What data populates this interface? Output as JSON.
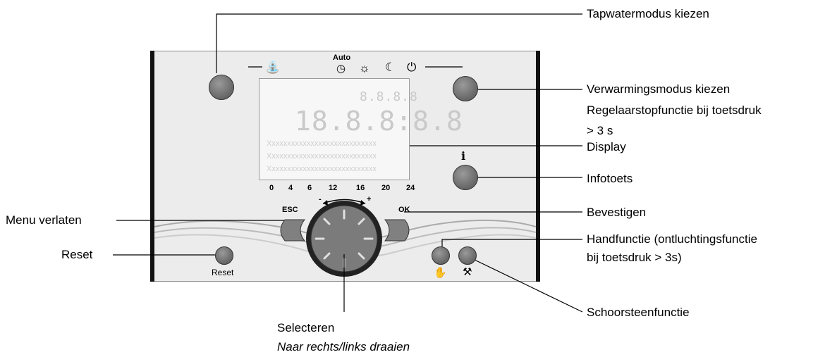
{
  "callouts": {
    "tapwater_mode": "Tapwatermodus kiezen",
    "heating_mode_line1": "Verwarmingsmodus kiezen",
    "heating_mode_line2": "Regelaarstopfunctie bij toetsdruk",
    "heating_mode_line3": "> 3 s",
    "display": "Display",
    "info_key": "Infotoets",
    "menu_exit": "Menu verlaten",
    "confirm": "Bevestigen",
    "manual_line1": "Handfunctie (ontluchtingsfunctie",
    "manual_line2": "bij toetsdruk > 3s)",
    "reset": "Reset",
    "chimney": "Schoorsteenfunctie",
    "select_line1": "Selecteren",
    "select_line2": "Naar rechts/links draaien"
  },
  "device": {
    "auto_label": "Auto",
    "esc_label": "ESC",
    "ok_label": "OK",
    "reset_label": "Reset",
    "knob_minus": "-",
    "knob_plus": "+",
    "info_symbol": "i",
    "time_ticks": [
      "0",
      "4",
      "6",
      "12",
      "16",
      "20",
      "24"
    ],
    "display_digits": "18.8.8:8.8",
    "display_small_digits": "8.8.8.8",
    "display_text_lines": [
      "Xxxxxxxxxxxxxxxxxxxxxxxxxxxx",
      "Xxxxxxxxxxxxxxxxxxxxxxxxxxxx",
      "Xxxxxxxxxxxxxxxxxxxxxxxxxxxx"
    ]
  },
  "icons": [
    "tap-icon",
    "clock-icon",
    "sun-icon",
    "moon-icon",
    "power-icon",
    "hand-icon",
    "chimney-icon"
  ]
}
